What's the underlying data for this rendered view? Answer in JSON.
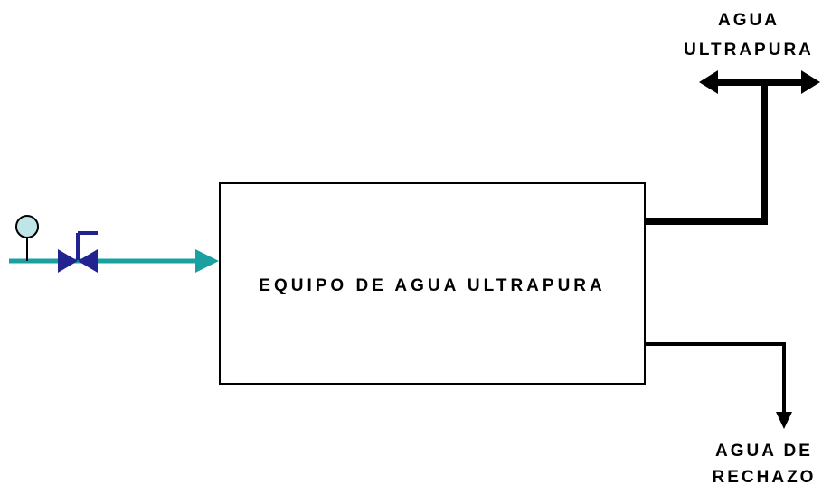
{
  "equipment": {
    "label": "EQUIPO DE AGUA ULTRAPURA"
  },
  "outputs": {
    "product": {
      "line1": "AGUA",
      "line2": "ULTRAPURA"
    },
    "reject": {
      "line1": "AGUA DE",
      "line2": "RECHAZO"
    }
  },
  "inlet": {
    "instruments": [
      "gauge-icon",
      "valve-icon"
    ]
  },
  "colors": {
    "inlet_line": "#1aa0a0",
    "valve": "#23238f",
    "gauge_fill": "#bfe6e6",
    "lines": "#000000",
    "box_border": "#000000"
  }
}
